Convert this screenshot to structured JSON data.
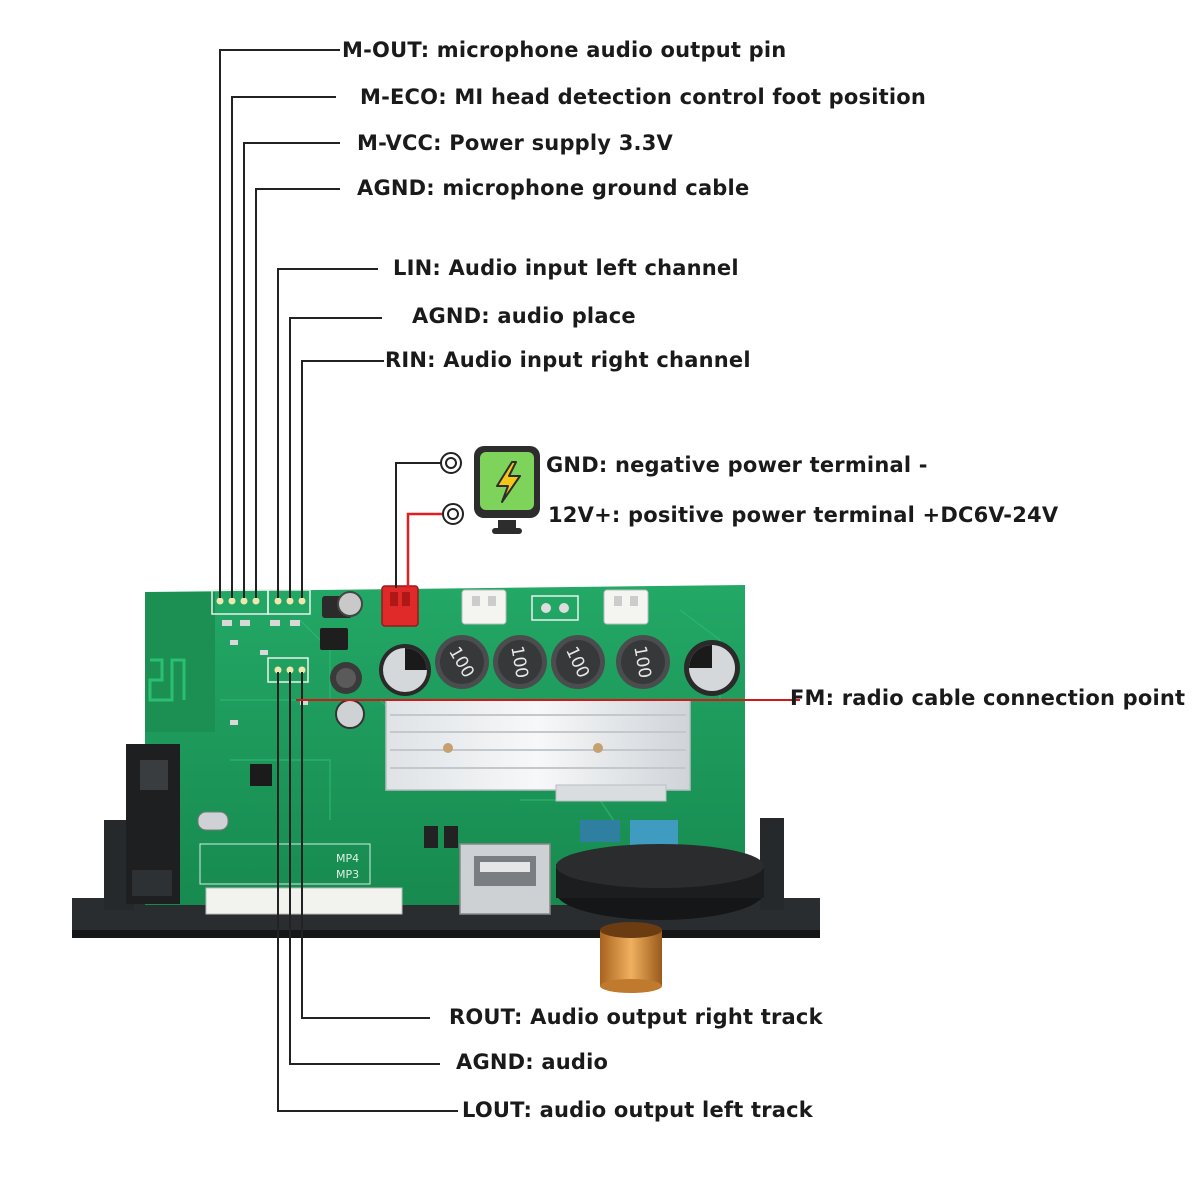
{
  "labels": {
    "m_out": "M-OUT: microphone audio output pin",
    "m_eco": "M-ECO: MI head detection control foot position",
    "m_vcc": "M-VCC: Power supply 3.3V",
    "agnd_mic": "AGND: microphone ground cable",
    "lin": "LIN: Audio input left channel",
    "agnd_place": "AGND: audio place",
    "rin": "RIN: Audio input right channel",
    "gnd": "GND: negative power terminal -",
    "v12": "12V+: positive power terminal +DC6V-24V",
    "fm": "FM: radio cable connection point",
    "rout": "ROUT: Audio output right track",
    "agnd_audio": "AGND: audio",
    "lout": "LOUT: audio output left track"
  },
  "board_text": {
    "inductor_1": "100",
    "inductor_2": "100",
    "inductor_3": "100",
    "inductor_4": "100",
    "mode_mp4": "MP4",
    "mode_mp3": "MP3"
  },
  "icons": {
    "power_supply": "lightning-bolt-icon"
  },
  "colors": {
    "pcb": "#1f9a5c",
    "leader_line": "#222222",
    "power_positive": "#e02020",
    "fm_line": "#d01818",
    "connector_red": "#e02a2a"
  }
}
